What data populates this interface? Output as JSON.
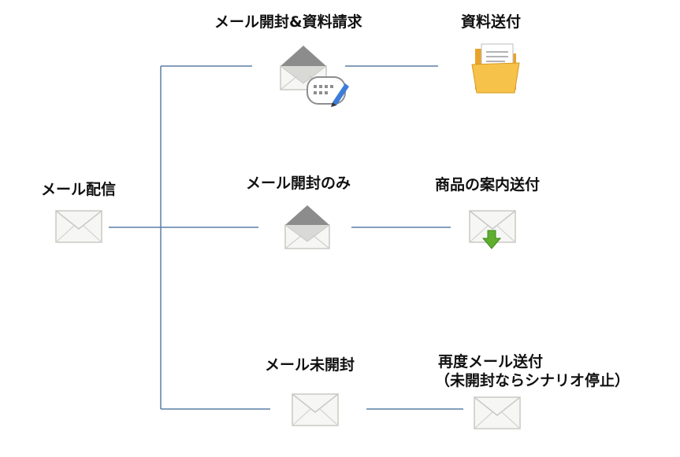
{
  "nodes": {
    "start": {
      "label": "メール配信",
      "icon": "closed-envelope-icon"
    },
    "opened_and_requested": {
      "label": "メール開封&資料請求",
      "icon": "open-envelope-with-chat-icon"
    },
    "send_materials": {
      "label": "資料送付",
      "icon": "open-folder-icon"
    },
    "opened_only": {
      "label": "メール開封のみ",
      "icon": "open-envelope-icon"
    },
    "send_product_info": {
      "label": "商品の案内送付",
      "icon": "envelope-with-download-arrow-icon"
    },
    "unopened": {
      "label": "メール未開封",
      "icon": "closed-envelope-icon"
    },
    "resend": {
      "label_line1": "再度メール送付",
      "label_line2": "（未開封ならシナリオ停止）",
      "icon": "closed-envelope-icon"
    }
  },
  "colors": {
    "connector": "#5b7fa6",
    "envelope_fill": "#f6f6f4",
    "envelope_stroke": "#c8c8c4",
    "open_flap": "#8c8c8c",
    "folder": "#f5b83a",
    "arrow": "#5fae2e"
  }
}
